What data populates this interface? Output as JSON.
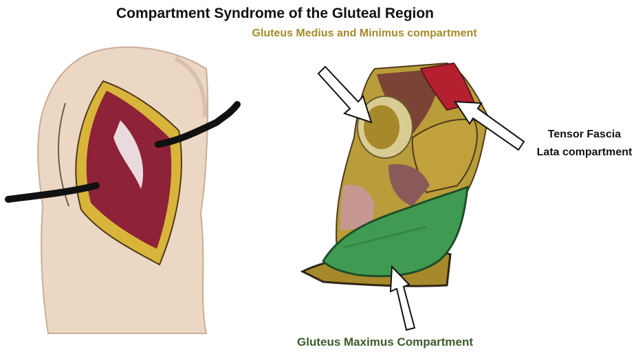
{
  "title": "Compartment Syndrome of the Gluteal Region",
  "labels": {
    "medius_minimus": "Gluteus Medius and Minimus compartment",
    "tensor_fascia_lata": "Tensor Fascia Lata compartment",
    "maximus": "Gluteus Maximus Compartment"
  },
  "colors": {
    "medius_minimus": "#a6892a",
    "maximus": "#3b5a2a",
    "skin": "#ecd7c4",
    "muscle": "#8e2238",
    "fascia": "#d8b53a",
    "tfl_muscle": "#b52030",
    "gluteus_maximus": "#3f9a52"
  }
}
